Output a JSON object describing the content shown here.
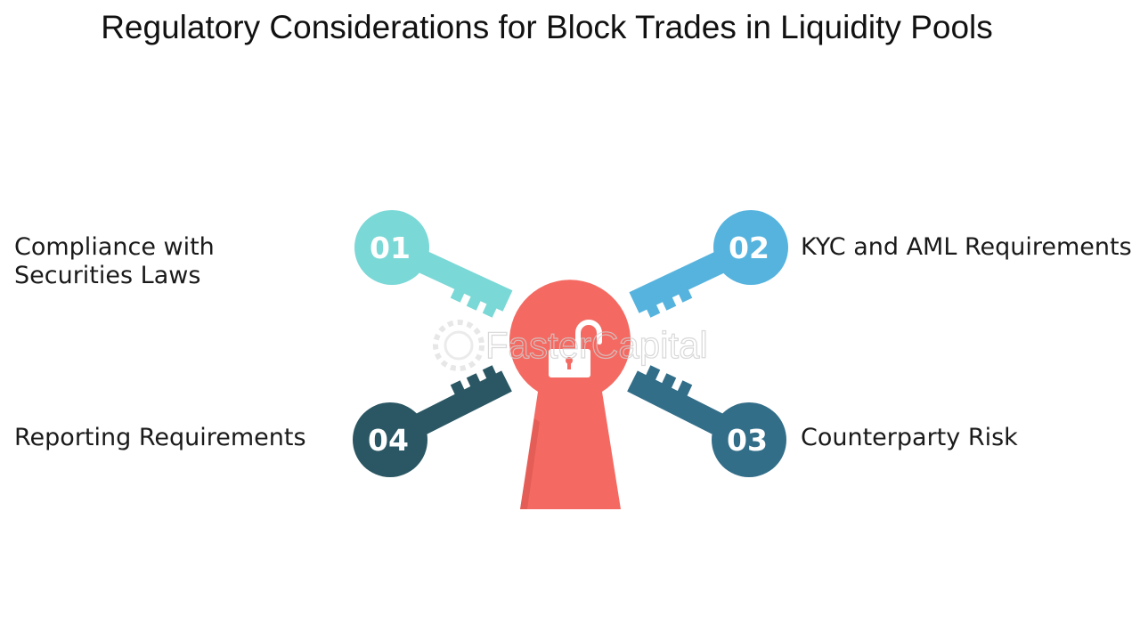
{
  "title": "Regulatory Considerations for Block Trades in Liquidity Pools",
  "watermark": "FasterCapital",
  "colors": {
    "keyhole": "#f46a62",
    "key_01": "#7ad8d6",
    "key_02": "#55b3de",
    "key_03": "#336e89",
    "key_04": "#2a5763"
  },
  "items": [
    {
      "number": "01",
      "label": "Compliance with Securities Laws"
    },
    {
      "number": "02",
      "label": "KYC and AML Requirements"
    },
    {
      "number": "03",
      "label": "Counterparty Risk"
    },
    {
      "number": "04",
      "label": "Reporting Requirements"
    }
  ],
  "icons": {
    "center": "unlocked-padlock-icon",
    "keys": "key-icon"
  }
}
